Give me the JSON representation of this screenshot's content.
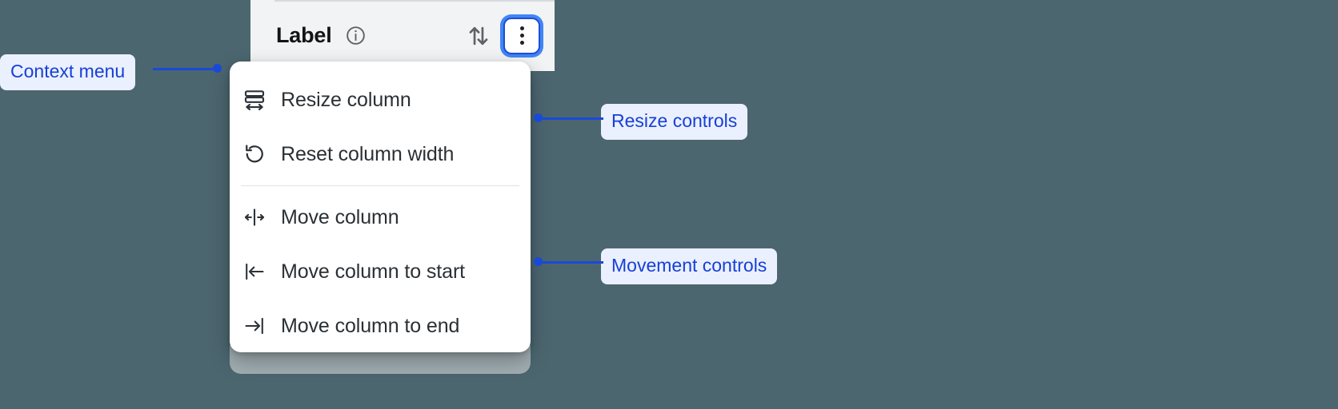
{
  "background_color": "#4c6670",
  "column_header": {
    "title": "Label",
    "info_icon": "info-circle-icon",
    "sort_icon": "sort-up-down-icon",
    "menu_button_icon": "kebab-vertical-icon",
    "menu_button_focused": true,
    "focus_ring_color": "#4285f4",
    "background_color": "#f1f3f4"
  },
  "context_menu": {
    "background_color": "#ffffff",
    "groups": [
      {
        "name": "resize",
        "items": [
          {
            "label": "Resize column",
            "icon": "resize-column-icon"
          },
          {
            "label": "Reset column width",
            "icon": "reset-rotate-ccw-icon"
          }
        ]
      },
      {
        "name": "movement",
        "items": [
          {
            "label": "Move column",
            "icon": "move-left-right-icon"
          },
          {
            "label": "Move column to start",
            "icon": "move-to-start-icon"
          },
          {
            "label": "Move column to end",
            "icon": "move-to-end-icon"
          }
        ]
      }
    ]
  },
  "annotations": {
    "accent_color": "#1a49d8",
    "badge_background": "#eaf0fd",
    "items": [
      {
        "label": "Context menu"
      },
      {
        "label": "Resize controls"
      },
      {
        "label": "Movement controls"
      }
    ]
  }
}
